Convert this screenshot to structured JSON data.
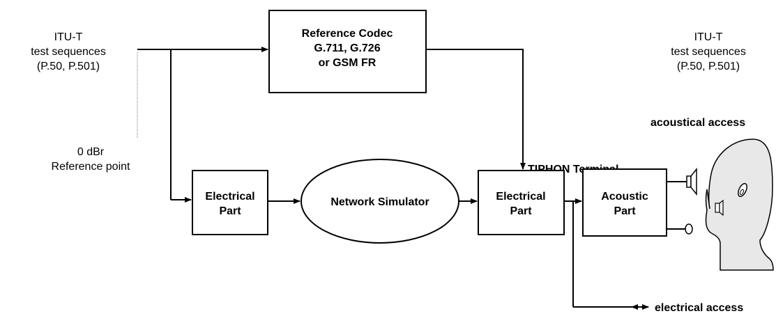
{
  "left_source": {
    "lines": [
      "ITU-T",
      "test sequences",
      "(P.50, P.501)"
    ]
  },
  "right_source": {
    "lines": [
      "ITU-T",
      "test sequences",
      "(P.50, P.501)"
    ]
  },
  "reference_point": {
    "lines": [
      "0 dBr",
      "Reference point"
    ]
  },
  "reference_codec": {
    "lines": [
      "Reference Codec",
      "G.711, G.726",
      "or GSM FR"
    ]
  },
  "electrical_part_left": {
    "lines": [
      "Electrical",
      "Part"
    ]
  },
  "network_simulator": {
    "label": "Network Simulator"
  },
  "electrical_part_right": {
    "lines": [
      "Electrical",
      "Part"
    ]
  },
  "acoustic_part": {
    "lines": [
      "Acoustic",
      "Part"
    ]
  },
  "tiphon_terminal": {
    "label": "TIPHON Terminal"
  },
  "acoustical_access": {
    "label": "acoustical access"
  },
  "electrical_access": {
    "label": "electrical access"
  }
}
